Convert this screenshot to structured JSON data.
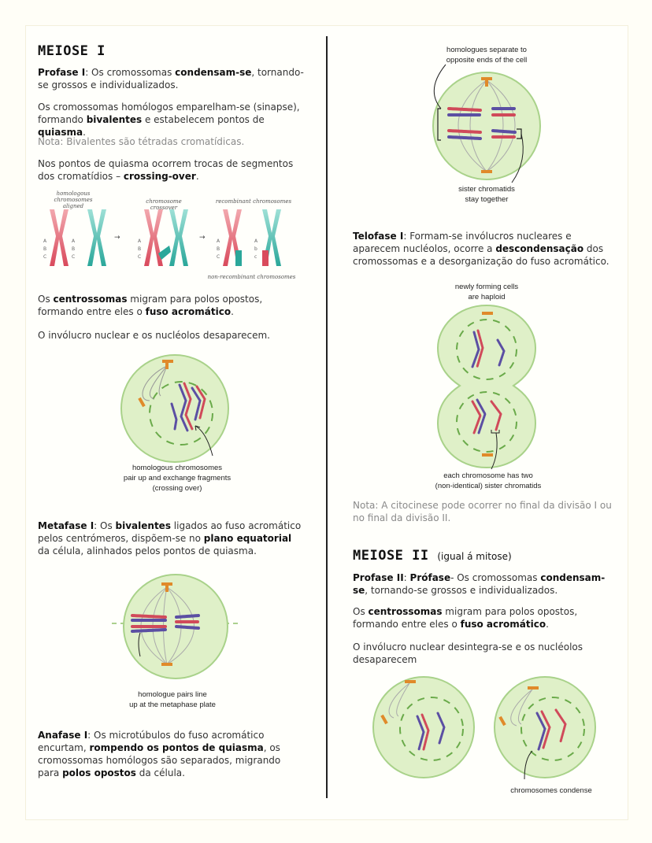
{
  "meiose1": {
    "title": "MEIOSE I",
    "prof_label": "Profase I",
    "prof_p1": [
      ": Os cromossomas ",
      "condensam-se",
      ", tornando-se grossos e individualizados."
    ],
    "prof_p2": [
      "Os cromossomas homólogos emparelham-se (sinapse), formando ",
      "bivalentes",
      " e estabelecem pontos de ",
      "quiasma",
      "."
    ],
    "note1": "Nota: Bivalentes são tétradas cromatídicas.",
    "prof_p3": [
      "Nos pontos de quiasma ocorrem trocas de segmentos dos cromatídios – ",
      "crossing-over",
      "."
    ],
    "diag": {
      "aligned": "homologous chromosomes aligned",
      "crossover": "chromosome crossover",
      "recombinant": "recombinant chromosomes",
      "nonrecombinant": "non-recombinant chromosomes"
    },
    "cent_p": [
      "Os ",
      "centrossomas",
      " migram para polos opostos, formando entre eles o ",
      "fuso acromático",
      "."
    ],
    "inv_p": "O invólucro nuclear e os nucléolos desaparecem.",
    "cap_prophase": [
      "homologous chromosomes",
      "pair up and exchange fragments",
      "(crossing over)"
    ],
    "meta_label": "Metafase I",
    "meta_p": [
      ": Os ",
      "bivalentes",
      " ligados ao fuso acromático pelos centrómeros, dispõem-se no ",
      "plano equatorial",
      " da célula, alinhados pelos pontos de quiasma."
    ],
    "cap_metaphase": [
      "homologue pairs line",
      "up at the metaphase plate"
    ],
    "ana_label": "Anafase I",
    "ana_p": [
      ": Os microtúbulos do fuso acromático encurtam, ",
      "rompendo os pontos de quiasma",
      ", os cromossomas homólogos são separados, migrando para ",
      "polos opostos",
      " da célula."
    ]
  },
  "right": {
    "cap_anaphase": [
      "homologues separate to",
      "opposite ends of the cell"
    ],
    "cap_sister": [
      "sister chromatids",
      "stay together"
    ],
    "telo_label": "Telofase I",
    "telo_p": [
      ": Formam-se invólucros nucleares e aparecem nucléolos, ocorre a ",
      "descondensação",
      " dos cromossomas e a desorganização do fuso acromático."
    ],
    "cap_haploid": [
      "newly forming cells",
      "are haploid"
    ],
    "cap_each": [
      "each chromosome has two",
      "(non-identical) sister chromatids"
    ],
    "note2": "Nota: A citocinese pode ocorrer no final da divisão I ou no final da divisão II.",
    "meiose2_title": "MEIOSE II",
    "meiose2_sub": "(igual á mitose)",
    "prof2_label": "Profase II",
    "prof2_p": [
      ": ",
      "Prófase",
      "- Os cromossomas ",
      "condensam-se",
      ", tornando-se grossos e individualizados."
    ],
    "cent2_p": [
      "Os ",
      "centrossomas",
      " migram para polos opostos, formando entre eles o ",
      "fuso acromático",
      "."
    ],
    "inv2_p": "O invólucro nuclear desintegra-se e os nucléolos desaparecem",
    "cap_condense": "chromosomes condense"
  },
  "colors": {
    "cell": "#dff0c8",
    "cellEdge": "#8fc06a",
    "red": "#d04a5a",
    "blue": "#5b4fa3",
    "orange": "#e08a2a",
    "teal": "#3fb5a8",
    "pink": "#e37a86"
  }
}
